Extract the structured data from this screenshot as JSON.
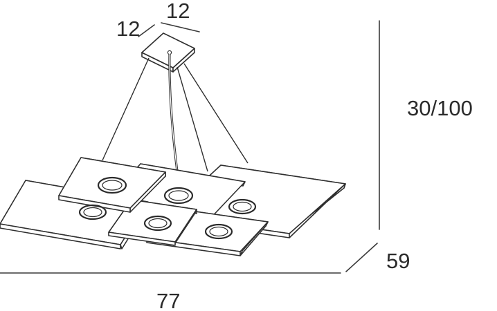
{
  "dimensions": {
    "canopy_width": "12",
    "canopy_depth": "12",
    "height": "30/100",
    "depth": "59",
    "width": "77"
  }
}
